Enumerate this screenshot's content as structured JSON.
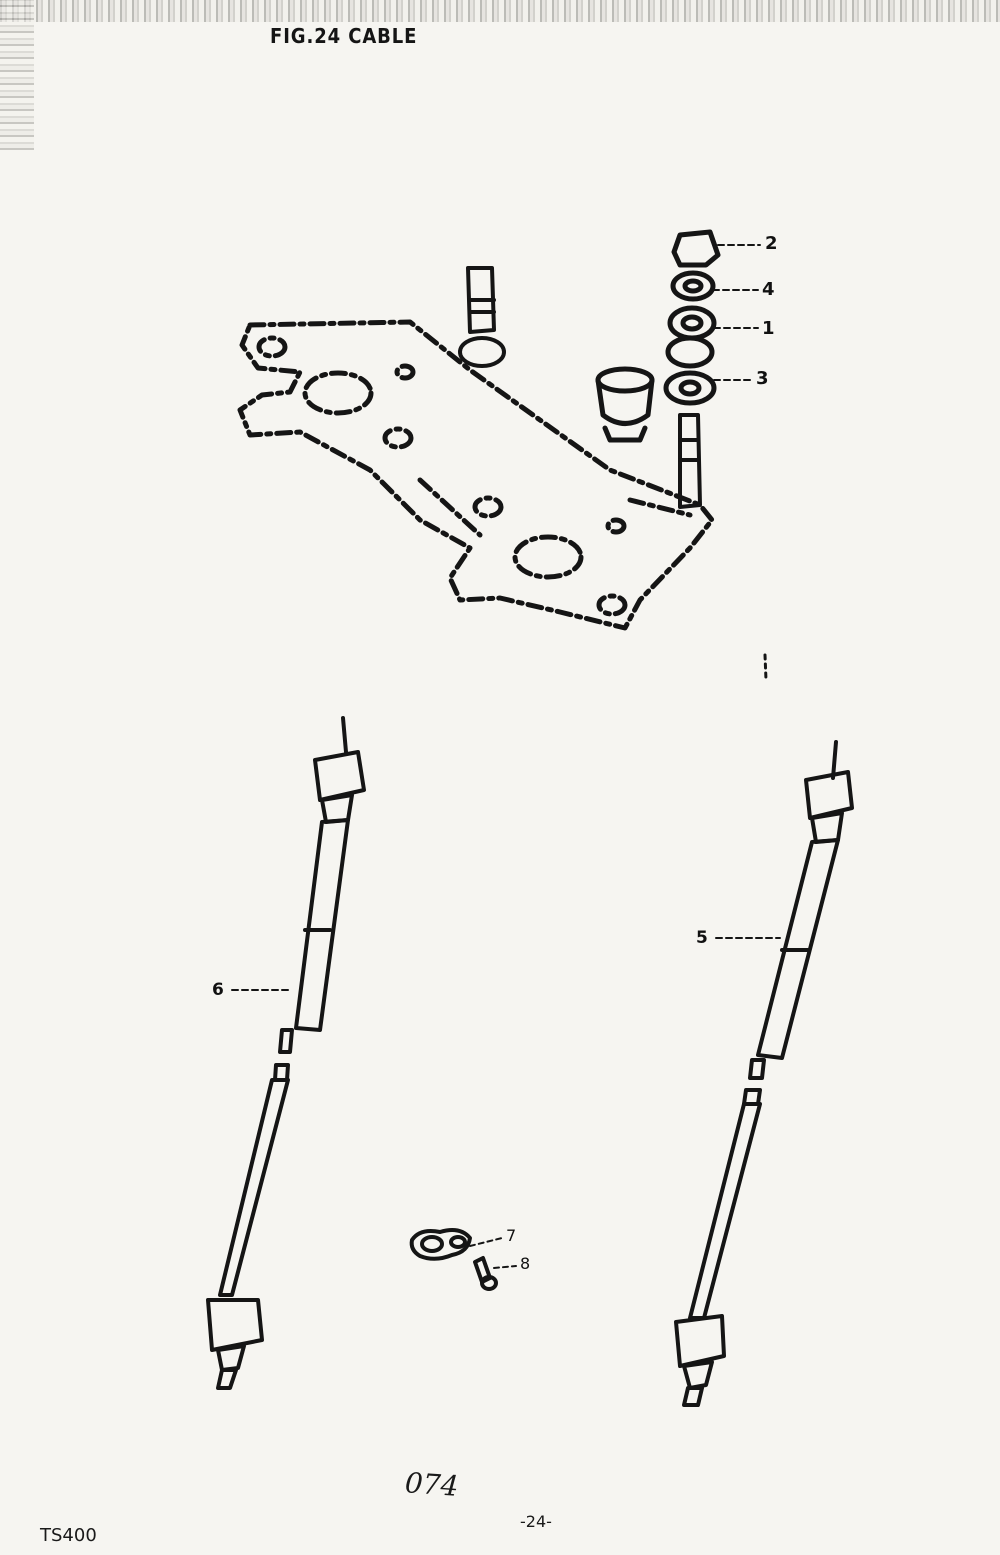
{
  "figure": {
    "title": "FIG.24  CABLE"
  },
  "callouts": [
    {
      "id": "2",
      "label": "2"
    },
    {
      "id": "4",
      "label": "4"
    },
    {
      "id": "1",
      "label": "1"
    },
    {
      "id": "3",
      "label": "3"
    },
    {
      "id": "6",
      "label": "6"
    },
    {
      "id": "5",
      "label": "5"
    },
    {
      "id": "7",
      "label": "7"
    },
    {
      "id": "8",
      "label": "8"
    }
  ],
  "footer": {
    "page_code": "074",
    "model": "TS400",
    "page_number": "-24-"
  },
  "colors": {
    "ink": "#151515",
    "paper": "#f6f5f1"
  }
}
